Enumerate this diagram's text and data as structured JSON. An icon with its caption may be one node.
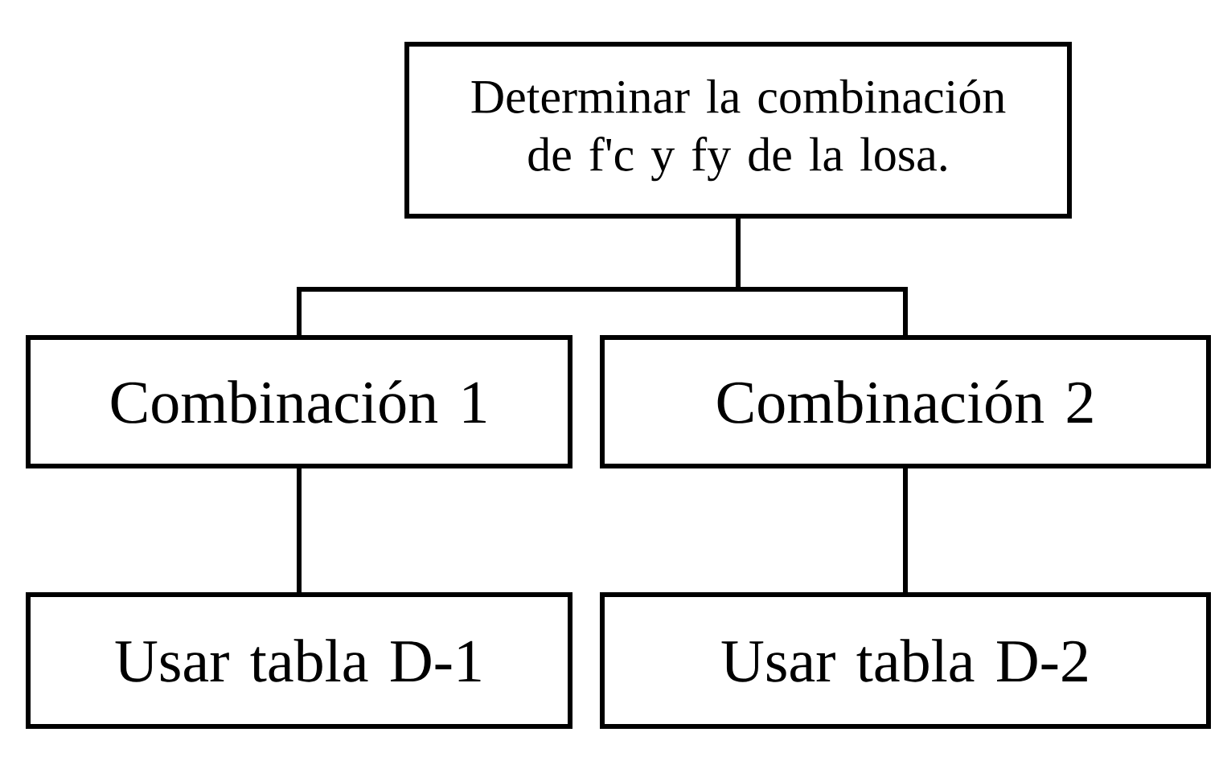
{
  "diagram": {
    "nodes": [
      {
        "text": [
          "Determinar la combinación de f'c y fy de la losa."
        ]
      },
      {
        "text": [
          "Combinación 1"
        ]
      },
      {
        "text": [
          "Combinación 2"
        ]
      },
      {
        "text": [
          "Usar tabla D-1"
        ]
      },
      {
        "text": [
          "Usar tabla D-2"
        ]
      }
    ],
    "edges": [
      {
        "from": 0,
        "to": 1,
        "arrow": "none"
      },
      {
        "from": 0,
        "to": 2,
        "arrow": "none"
      },
      {
        "from": 1,
        "to": 3,
        "arrow": "none"
      },
      {
        "from": 2,
        "to": 4,
        "arrow": "none"
      }
    ]
  }
}
